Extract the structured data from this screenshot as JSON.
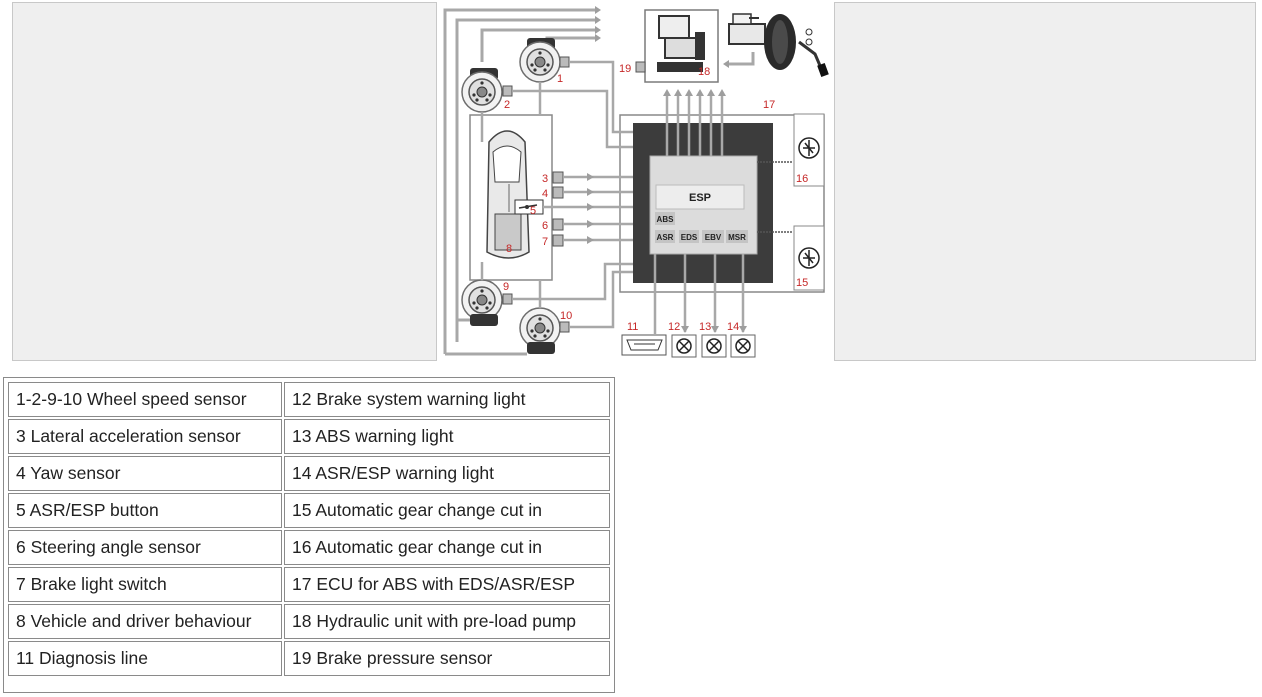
{
  "diagram": {
    "callouts": [
      "1",
      "2",
      "3",
      "4",
      "5",
      "6",
      "7",
      "8",
      "9",
      "10",
      "11",
      "12",
      "13",
      "14",
      "15",
      "16",
      "17",
      "18",
      "19"
    ],
    "ecu_label": "ESP",
    "ecu_modules": [
      "ABS",
      "ASR",
      "EDS",
      "EBV",
      "MSR"
    ]
  },
  "legend": {
    "rows": [
      [
        "1-2-9-10 Wheel speed sensor",
        "12 Brake system warning light"
      ],
      [
        "3 Lateral acceleration sensor",
        "13 ABS warning light"
      ],
      [
        "4 Yaw sensor",
        "14 ASR/ESP warning light"
      ],
      [
        "5 ASR/ESP button",
        "15 Automatic gear change cut in"
      ],
      [
        "6 Steering angle sensor",
        "16 Automatic gear change cut in"
      ],
      [
        "7 Brake light switch",
        "17 ECU for ABS with EDS/ASR/ESP"
      ],
      [
        "8 Vehicle and driver behaviour",
        "18 Hydraulic unit with pre-load pump"
      ],
      [
        "11 Diagnosis line",
        "19 Brake pressure sensor"
      ]
    ]
  }
}
